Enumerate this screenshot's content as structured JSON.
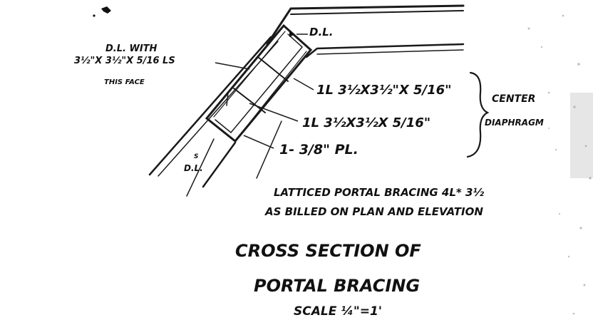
{
  "colors": {
    "ink": "#111111",
    "paper": "#ffffff",
    "speckle": "#6f6f6f"
  },
  "labels": {
    "dl_top": "D.L.",
    "dl_with_line1": "D.L. WITH",
    "dl_with_line2": "3½\"X 3½\"X 5/16 LS",
    "dl_with_line3": "THIS FACE",
    "angle_1": "1L 3½X3½\"X 5/16\"",
    "angle_2": "1L 3½X3½X 5/16\"",
    "plate": "1- 3/8\" PL.",
    "center_line1": "CENTER",
    "center_line2": "DIAPHRAGM",
    "dl_bottom": "D.L.",
    "dl_bottom_sup": "S",
    "latticed_line1": "LATTICED PORTAL BRACING 4L* 3½",
    "latticed_line2": "AS BILLED ON PLAN AND ELEVATION",
    "title_line1": "CROSS SECTION OF",
    "title_line2": "PORTAL BRACING",
    "scale": "SCALE ¼\"=1'"
  }
}
